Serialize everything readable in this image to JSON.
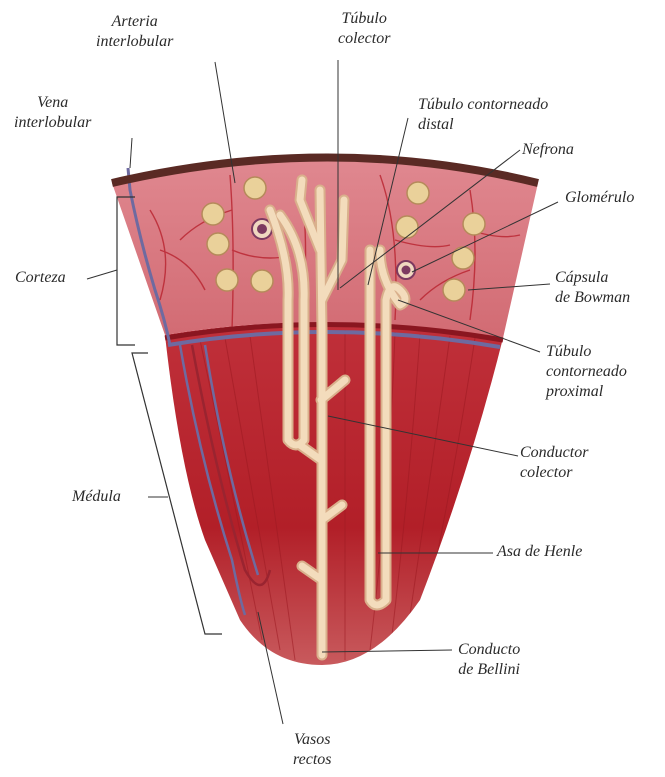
{
  "diagram": {
    "labels": {
      "arteria_interlobular": [
        "Arteria",
        "interlobular"
      ],
      "tubulo_colector": [
        "Túbulo",
        "colector"
      ],
      "vena_interlobular": [
        "Vena",
        "interlobular"
      ],
      "tubulo_contorneado_distal": [
        "Túbulo contorneado",
        "distal"
      ],
      "nefrona": [
        "Nefrona"
      ],
      "glomerulo": [
        "Glomérulo"
      ],
      "corteza": [
        "Corteza"
      ],
      "capsula_de_bowman": [
        "Cápsula",
        "de Bowman"
      ],
      "tubulo_contorneado_proximal": [
        "Túbulo",
        "contorneado",
        "proximal"
      ],
      "conductor_colector": [
        "Conductor",
        "colector"
      ],
      "medula": [
        "Médula"
      ],
      "asa_de_henle": [
        "Asa de Henle"
      ],
      "conducto_de_bellini": [
        "Conducto",
        "de Bellini"
      ],
      "vasos_rectos": [
        "Vasos",
        "rectos"
      ]
    },
    "colors": {
      "cortex": "#d9757c",
      "cortex_vessels": "#b8222e",
      "medulla": "#b4232b",
      "medulla_light": "#c94a4f",
      "capsule_rim": "#5a2a24",
      "vein": "#6e6aa0",
      "tubule": "#f3dcbc",
      "tubule_edge": "#d9b08c",
      "glomerulus": "#ead19a",
      "label": "#2a2a2a",
      "leader": "#333333"
    }
  }
}
